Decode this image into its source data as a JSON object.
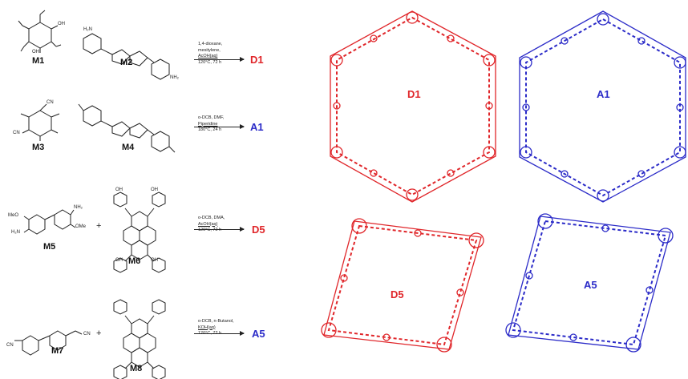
{
  "monomers": {
    "m1": "M1",
    "m2": "M2",
    "m3": "M3",
    "m4": "M4",
    "m5": "M5",
    "m6": "M6",
    "m7": "M7",
    "m8": "M8"
  },
  "atoms": {
    "oh": "OH",
    "cn": "CN",
    "nh2": "NH₂",
    "h2n": "H₂N",
    "meo": "MeO",
    "ome": "OMe"
  },
  "plus": "+",
  "reactions": [
    {
      "conditions": [
        "1,4-dioxane,",
        "mesitylene,",
        "AcOH(aq)",
        "120°C, 72 h"
      ],
      "product": "D1"
    },
    {
      "conditions": [
        "o-DCB, DMF,",
        "Piperidine",
        "180°C, 24 h"
      ],
      "product": "A1"
    },
    {
      "conditions": [
        "o-DCB, DMA,",
        "AcOH(aq)",
        "120°C, 72 h"
      ],
      "product": "D5"
    },
    {
      "conditions": [
        "o-DCB, n-Butanol,",
        "KOH(aq)",
        "120°C, 72 h"
      ],
      "product": "A5"
    }
  ],
  "frameworks": {
    "d1": "D1",
    "a1": "A1",
    "d5": "D5",
    "a5": "A5"
  },
  "colors": {
    "donor": "#e0262a",
    "acceptor": "#2b2bc8",
    "structure": "#222222"
  }
}
